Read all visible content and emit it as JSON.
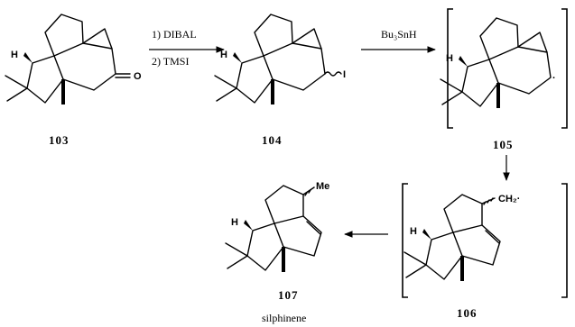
{
  "compounds": {
    "c103": "103",
    "c104": "104",
    "c105": "105",
    "c106": "106",
    "c107": "107",
    "name107": "silphinene"
  },
  "reagents": {
    "step1": "1) DIBAL",
    "step2": "2) TMSI",
    "tin": "Bu₃SnH"
  },
  "atoms": {
    "H": "H",
    "O": "O",
    "I": "I",
    "Me": "Me",
    "CH2": "CH₂·",
    "radical": "·"
  }
}
